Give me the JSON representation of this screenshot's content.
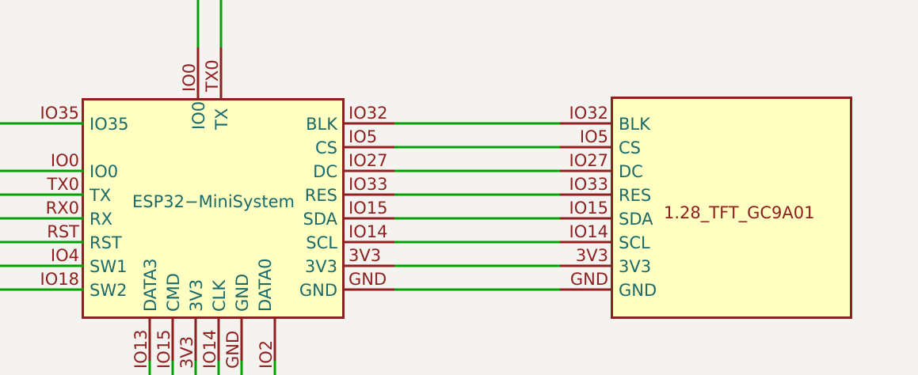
{
  "sheet": {
    "background": "#F4F3EF",
    "wire_color": "#00A000",
    "pin_color": "#8E2020",
    "body_fill": "#FFFFC2",
    "body_stroke": "#8E2020",
    "pin_name_color": "#1A6A6A",
    "net_label_color": "#8E2020"
  },
  "components": {
    "esp32": {
      "ref_label": "ESP32-MiniSystem",
      "label_display": "ESP32−MiniSystem",
      "pins_left": [
        {
          "name": "IO35",
          "display": "IO35"
        },
        {
          "name": "IO0",
          "display": "IO0"
        },
        {
          "name": "TX",
          "display": "TX"
        },
        {
          "name": "RX",
          "display": "RX"
        },
        {
          "name": "RST",
          "display": "RST"
        },
        {
          "name": "SW1",
          "display": "SW1"
        },
        {
          "name": "SW2",
          "display": "SW2"
        }
      ],
      "pins_right": [
        {
          "name": "BLK",
          "display": "BLK"
        },
        {
          "name": "CS",
          "display": "CS"
        },
        {
          "name": "DC",
          "display": "DC"
        },
        {
          "name": "RES",
          "display": "RES"
        },
        {
          "name": "SDA",
          "display": "SDA"
        },
        {
          "name": "SCL",
          "display": "SCL"
        },
        {
          "name": "3V3",
          "display": "3V3"
        },
        {
          "name": "GND",
          "display": "GND"
        }
      ],
      "pins_top": [
        {
          "name": "IO0",
          "display": "IO0"
        },
        {
          "name": "TX",
          "display": "TX"
        }
      ],
      "pins_bottom": [
        {
          "name": "DATA3",
          "display": "DATA3"
        },
        {
          "name": "CMD",
          "display": "CMD"
        },
        {
          "name": "3V3",
          "display": "3V3"
        },
        {
          "name": "CLK",
          "display": "CLK"
        },
        {
          "name": "GND",
          "display": "GND"
        },
        {
          "name": "DATA0",
          "display": "DATA0"
        }
      ]
    },
    "tft": {
      "ref_label": "1.28_TFT_GC9A01",
      "pins_left": [
        {
          "name": "BLK",
          "display": "BLK"
        },
        {
          "name": "CS",
          "display": "CS"
        },
        {
          "name": "DC",
          "display": "DC"
        },
        {
          "name": "RES",
          "display": "RES"
        },
        {
          "name": "SDA",
          "display": "SDA"
        },
        {
          "name": "SCL",
          "display": "SCL"
        },
        {
          "name": "3V3",
          "display": "3V3"
        },
        {
          "name": "GND",
          "display": "GND"
        }
      ]
    }
  },
  "net_labels": {
    "esp32_left": [
      "IO35",
      "IO0",
      "TX0",
      "RX0",
      "RST",
      "IO4",
      "IO18"
    ],
    "esp32_top": [
      "IO0",
      "TX0"
    ],
    "esp32_bottom": [
      "IO13",
      "IO15",
      "3V3",
      "IO14",
      "GND",
      "IO2"
    ],
    "bus_left": [
      "IO32",
      "IO5",
      "IO27",
      "IO33",
      "IO15",
      "IO14",
      "3V3",
      "GND"
    ],
    "bus_right": [
      "IO32",
      "IO5",
      "IO27",
      "IO33",
      "IO15",
      "IO14",
      "3V3",
      "GND"
    ]
  }
}
